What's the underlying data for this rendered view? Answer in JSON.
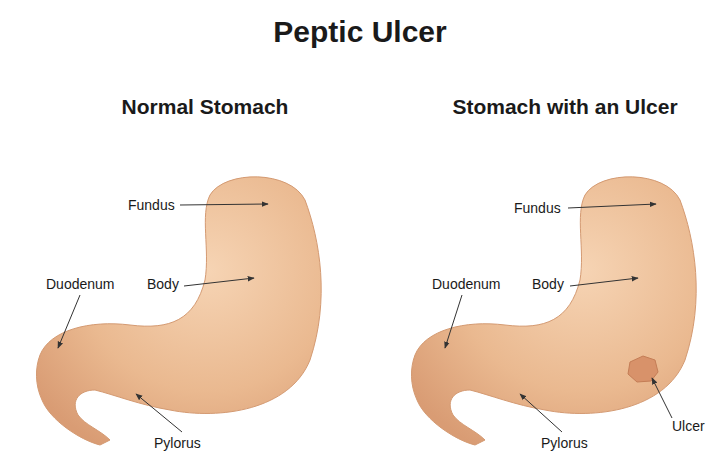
{
  "diagram": {
    "title": "Peptic Ulcer",
    "labels": [
      "Normal Stomach",
      "Stomach with an Ulcer",
      "Fundus",
      "Duodenum",
      "Body",
      "Pylorus",
      "Fundus",
      "Duodenum",
      "Body",
      "Pylorus",
      "Ulcer"
    ]
  }
}
